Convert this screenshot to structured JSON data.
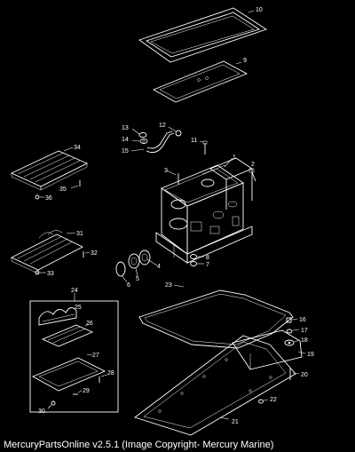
{
  "caption": "MercuryPartsOnline v2.5.1 (Image Copyright- Mercury Marine)",
  "colors": {
    "background": "#000000",
    "line": "#ffffff"
  },
  "callouts": [
    "1",
    "2",
    "3",
    "4",
    "5",
    "6",
    "7",
    "8",
    "9",
    "10",
    "11",
    "12",
    "13",
    "14",
    "15",
    "16",
    "17",
    "18",
    "19",
    "20",
    "21",
    "22",
    "23",
    "24",
    "25",
    "26",
    "27",
    "28",
    "29",
    "30",
    "31",
    "32",
    "33",
    "34",
    "35",
    "36"
  ]
}
